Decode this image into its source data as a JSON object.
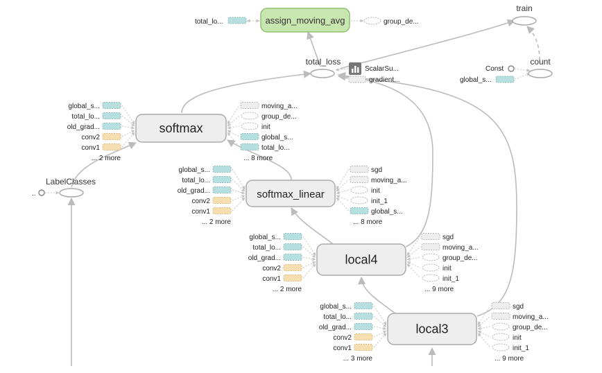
{
  "graph": {
    "top": {
      "assign_moving_avg": "assign_moving_avg",
      "total_lo_left": "total_lo...",
      "group_de_right": "group_de...",
      "total_loss": "total_loss",
      "scalar_summary": "ScalarSu...",
      "gradient": "gradient...",
      "train": "train",
      "count": "count",
      "const": "Const",
      "global_s_count": "global_s..."
    },
    "softmax": {
      "title": "softmax",
      "inputs": [
        "global_s...",
        "total_lo...",
        "old_grad...",
        "conv2",
        "conv1"
      ],
      "inputs_more": "... 2 more",
      "outputs": [
        "moving_a...",
        "group_de...",
        "init",
        "global_s...",
        "total_lo..."
      ],
      "outputs_more": "... 8 more"
    },
    "labelclasses": {
      "title": "LabelClasses",
      "prefix": ".."
    },
    "softmax_linear": {
      "title": "softmax_linear",
      "inputs": [
        "global_s...",
        "total_lo...",
        "old_grad...",
        "conv2",
        "conv1"
      ],
      "inputs_more": "... 2 more",
      "outputs": [
        "sgd",
        "moving_a...",
        "init",
        "init_1",
        "global_s..."
      ],
      "outputs_more": "... 8 more"
    },
    "local4": {
      "title": "local4",
      "inputs": [
        "global_s...",
        "total_lo...",
        "old_grad...",
        "conv2",
        "conv1"
      ],
      "inputs_more": "... 2 more",
      "outputs": [
        "sgd",
        "moving_a...",
        "group_de...",
        "init",
        "init_1"
      ],
      "outputs_more": "... 9 more"
    },
    "local3": {
      "title": "local3",
      "inputs": [
        "global_s...",
        "total_lo...",
        "old_grad...",
        "conv2",
        "conv1"
      ],
      "inputs_more": "... 3 more",
      "outputs": [
        "sgd",
        "moving_a...",
        "group_de...",
        "init",
        "init_1"
      ],
      "outputs_more": "... 9 more"
    }
  },
  "colors": {
    "variable_chip": "#b6dfe0",
    "conv_chip": "#f6deb0",
    "group_node": "#eeeeee",
    "highlight_node": "#c8e6b0"
  }
}
